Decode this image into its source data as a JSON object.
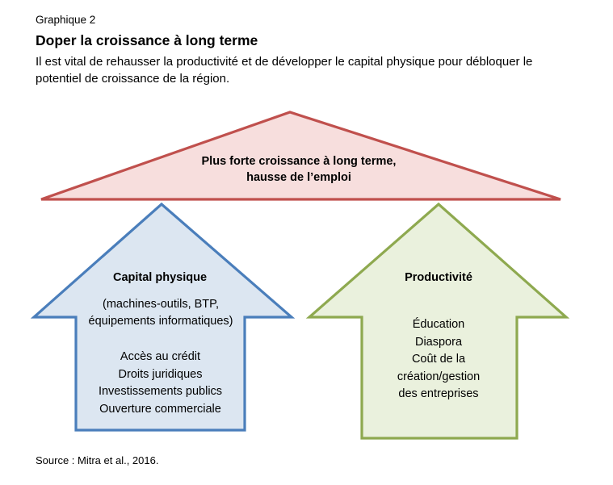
{
  "header": {
    "figure_label": "Graphique 2",
    "title": "Doper la croissance à long terme",
    "subtitle": "Il est vital de rehausser la productivité et de développer le capital physique pour débloquer le potentiel de croissance de la région."
  },
  "diagram": {
    "roof": {
      "shape": "triangle",
      "line1": "Plus forte croissance à long terme,",
      "line2": "hausse de l’emploi",
      "fill": "#f7dedd",
      "stroke": "#c0504d"
    },
    "left_arrow": {
      "shape": "up-arrow",
      "title": "Capital physique",
      "paren_line1": "(machines-outils, BTP,",
      "paren_line2": "équipements informatiques)",
      "items": [
        "Accès au crédit",
        "Droits juridiques",
        "Investissements publics",
        "Ouverture commerciale"
      ],
      "fill": "#dce6f1",
      "stroke": "#4a7ebb"
    },
    "right_arrow": {
      "shape": "up-arrow",
      "title": "Productivité",
      "items": [
        "Éducation",
        "Diaspora",
        "Coût de la",
        "création/gestion",
        "des entreprises"
      ],
      "fill": "#eaf1dd",
      "stroke": "#8ea94f"
    }
  },
  "source": "Source : Mitra et al., 2016."
}
